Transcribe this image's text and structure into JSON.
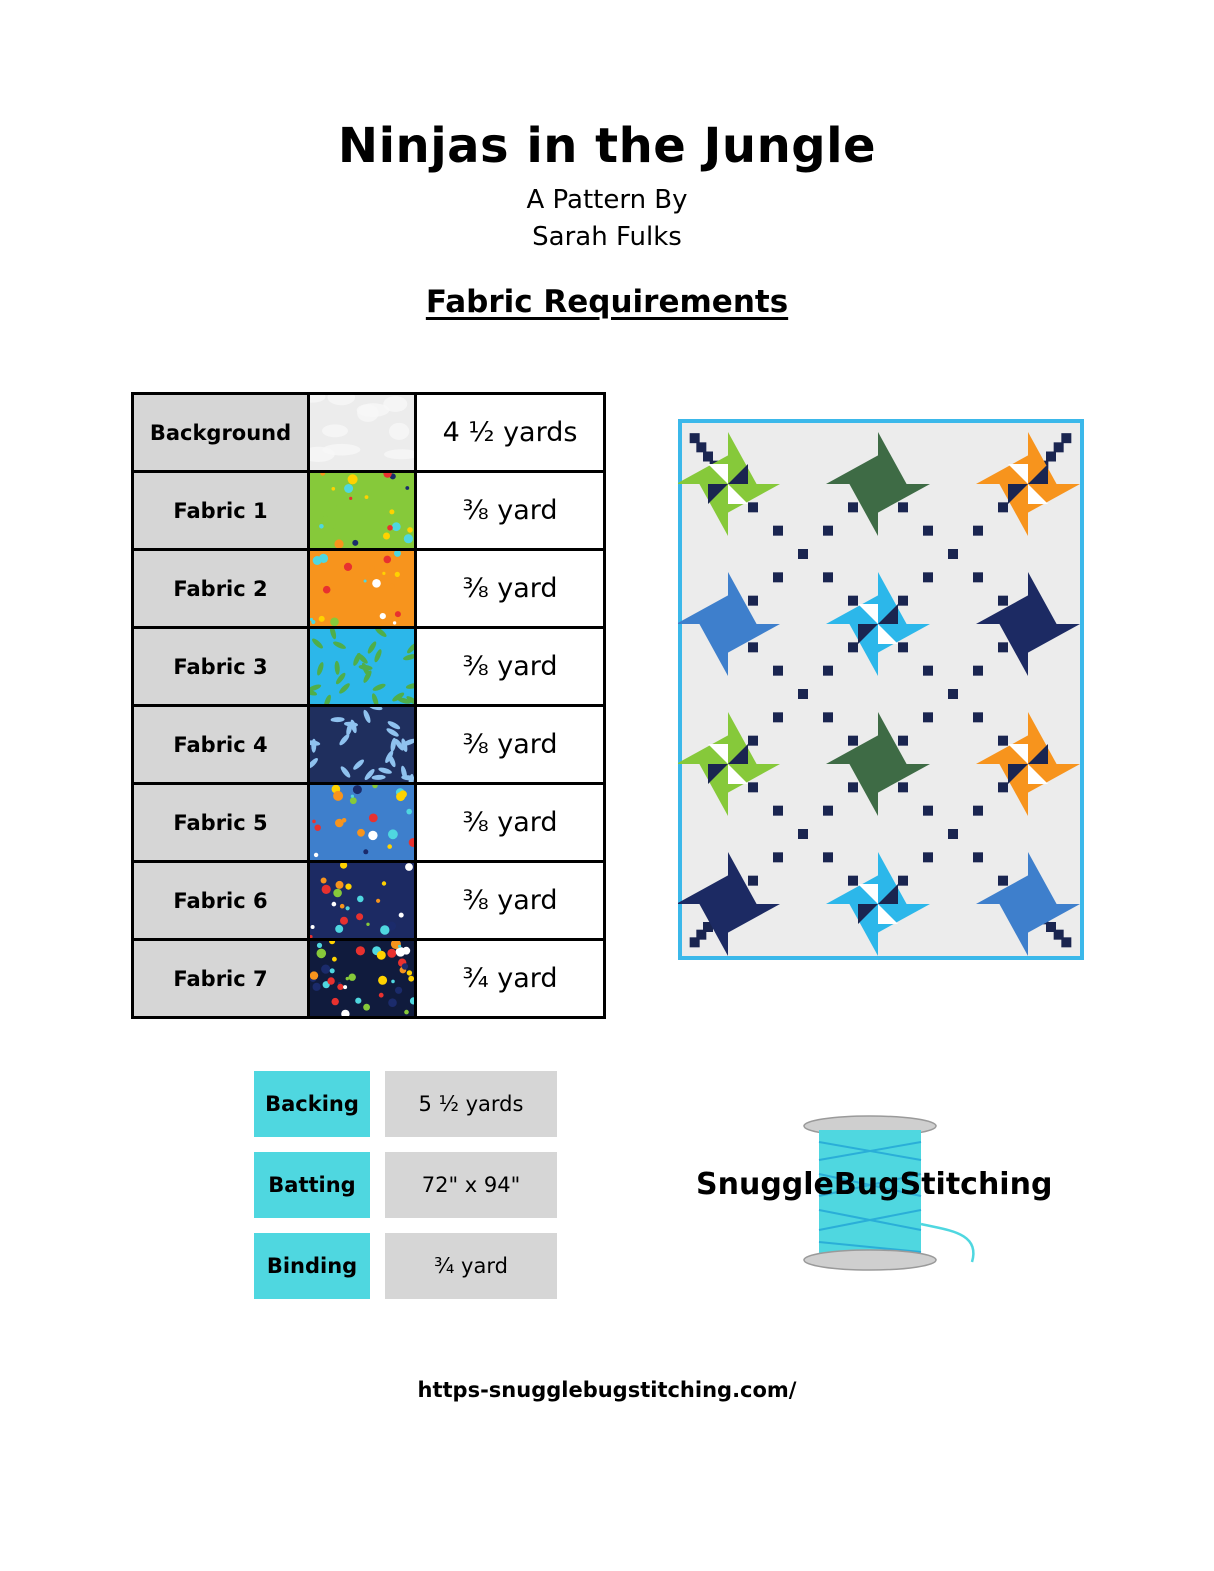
{
  "title": "Ninjas in the Jungle",
  "subtitle_line1": "A Pattern By",
  "subtitle_line2": "Sarah Fulks",
  "section_title": "Fabric Requirements",
  "fabrics": [
    {
      "label": "Background",
      "amount": "4 ½ yards",
      "swatch_color": "#ececec"
    },
    {
      "label": "Fabric 1",
      "amount": "⅜ yard",
      "swatch_color": "#86c93a"
    },
    {
      "label": "Fabric 2",
      "amount": "⅜ yard",
      "swatch_color": "#f7941d"
    },
    {
      "label": "Fabric 3",
      "amount": "⅜ yard",
      "swatch_color": "#2cb7ea"
    },
    {
      "label": "Fabric 4",
      "amount": "⅜ yard",
      "swatch_color": "#1f2f5e"
    },
    {
      "label": "Fabric 5",
      "amount": "⅜ yard",
      "swatch_color": "#3e7fcc"
    },
    {
      "label": "Fabric 6",
      "amount": "⅜ yard",
      "swatch_color": "#1c2a63"
    },
    {
      "label": "Fabric 7",
      "amount": "¾ yard",
      "swatch_color": "#101b3d"
    }
  ],
  "extras": [
    {
      "label": "Backing",
      "value": "5 ½ yards"
    },
    {
      "label": "Batting",
      "value": "72\" x 94\""
    },
    {
      "label": "Binding",
      "value": "¾ yard"
    }
  ],
  "logo_text": "SnuggleBugStitching",
  "url": "https-snugglebugstitching.com/",
  "colors": {
    "accent": "#4fd7e0",
    "label_gray": "#d6d6d6",
    "quilt_bg": "#ececec",
    "quilt_border": "#3bb8ea",
    "navy": "#1a2550",
    "green": "#86c93a",
    "orange": "#f7941d",
    "sky": "#2cb7ea",
    "leaf_green": "#3e6b45",
    "med_blue": "#3e7fcc",
    "dark_blue": "#1c2a63"
  }
}
